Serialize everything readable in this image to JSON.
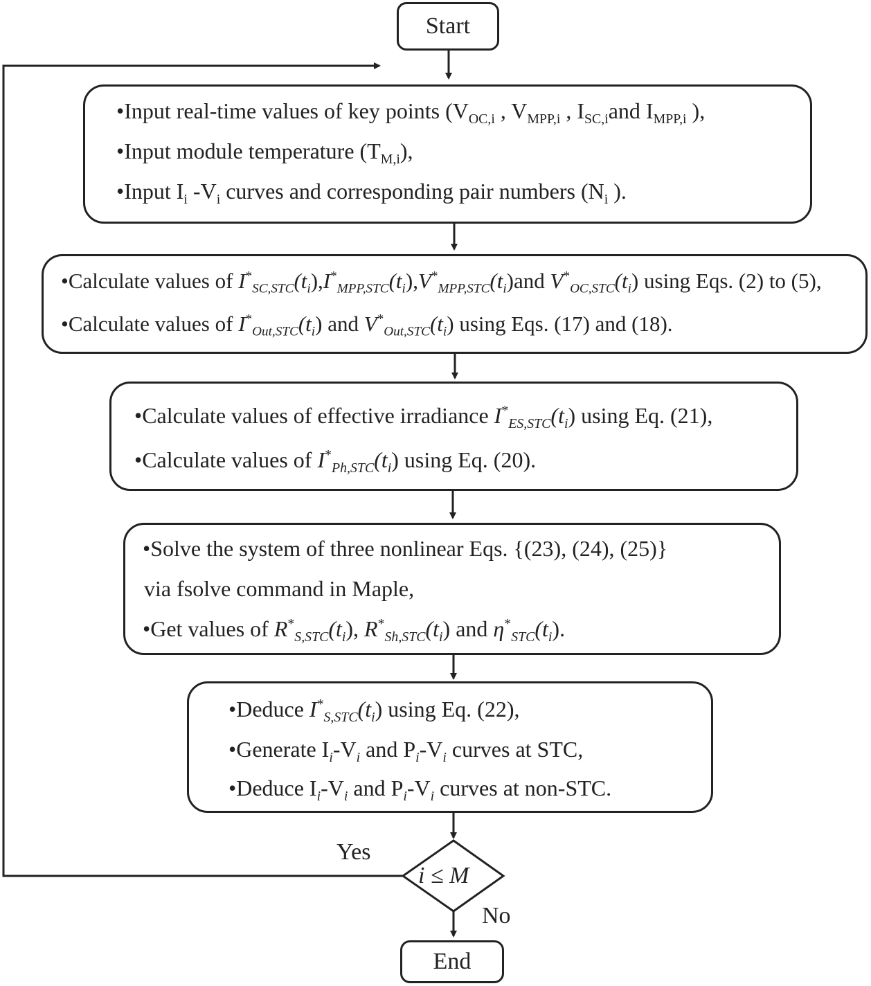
{
  "nodes": {
    "start": "Start",
    "end": "End",
    "decision": "i ≤ M",
    "yes": "Yes",
    "no": "No"
  },
  "box1": {
    "line1_a": "•Input real-time  values of key points (V",
    "line1_sub1": "OC,i",
    "line1_b": " , V",
    "line1_sub2": "MPP,i",
    "line1_c": " , I",
    "line1_sub3": "SC,i",
    "line1_d": "and  I",
    "line1_sub4": "MPP,i",
    "line1_e": " ),",
    "line2_a": "•Input  module  temperature (T",
    "line2_sub": "M,i",
    "line2_b": "),",
    "line3_a": "•Input I",
    "line3_sub1": "i",
    "line3_b": " -V",
    "line3_sub2": "i",
    "line3_c": "  curves and corresponding pair numbers (N",
    "line3_sub3": "i",
    "line3_d": " )."
  },
  "box2": {
    "line1_a": "•Calculate values of ",
    "line1_end": " using Eqs. (2) to (5),",
    "line2_a": "•Calculate values of ",
    "line2_mid": " and ",
    "line2_end": " using Eqs. (17) and (18)."
  },
  "box3": {
    "line1_a": "•Calculate values of effective irradiance ",
    "line1_end": " using Eq. (21),",
    "line2_a": "•Calculate values of ",
    "line2_end": " using Eq. (20)."
  },
  "box4": {
    "line1": "•Solve the system of three nonlinear Eqs. {(23), (24), (25)}",
    "line2": "via fsolve command in Maple,",
    "line3_a": "•Get values of ",
    "line3_mid": ", ",
    "line3_and": "  and ",
    "line3_end": "."
  },
  "box5": {
    "line1_a": "•Deduce ",
    "line1_end": " using Eq. (22),",
    "line2_a": "•Generate I",
    "line2_b": "-V",
    "line2_c": "  and P",
    "line2_d": "-V",
    "line2_e": "  curves at STC,",
    "line3_a": "•Deduce I",
    "line3_b": "-V",
    "line3_c": "  and P",
    "line3_d": "-V",
    "line3_e": "  curves at non-STC.",
    "sub_i": "i"
  },
  "math": {
    "I": "I",
    "V": "V",
    "R": "R",
    "eta": "η",
    "star": "*",
    "ti": "(t",
    "ti_sub": "i",
    "close": ")",
    "comma": ",",
    "sc_stc": "SC,STC",
    "mpp_stc": "MPP,STC",
    "oc_stc": "OC,STC",
    "out_stc": "Out,STC",
    "es_stc": "ES,STC",
    "ph_stc": "Ph,STC",
    "s_stc": "S,STC",
    "sh_stc": "Sh,STC",
    "stc": "STC",
    "and": "and"
  }
}
